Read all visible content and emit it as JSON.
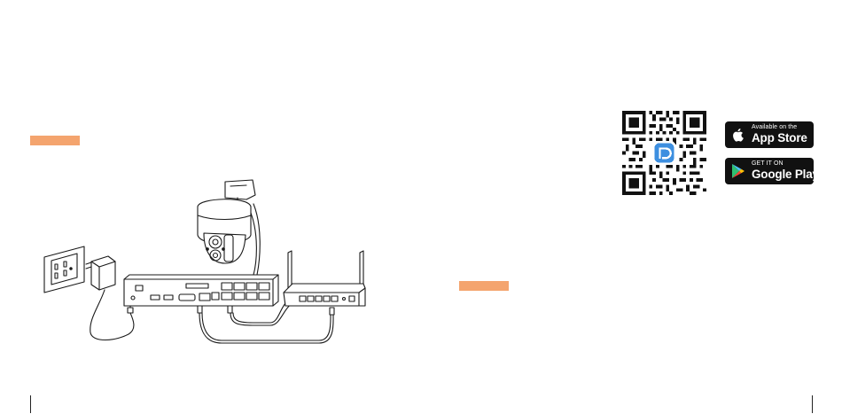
{
  "colors": {
    "accent": "#f4a46e",
    "ink": "#1a1a1a",
    "badge_bg": "#111111",
    "app_icon": "#3d8fe0"
  },
  "app_store": {
    "small": "Available on the",
    "big": "App Store",
    "icon": "apple-icon"
  },
  "google_play": {
    "small": "GET IT ON",
    "big": "Google Play",
    "icon": "google-play-icon"
  },
  "qr": {
    "icon": "qr-code",
    "app_logo": "app-logo-icon"
  },
  "diagram": {
    "items": [
      "wall-outlet-icon",
      "power-adapter-icon",
      "ptz-camera-icon",
      "nvr-icon",
      "router-icon"
    ]
  }
}
